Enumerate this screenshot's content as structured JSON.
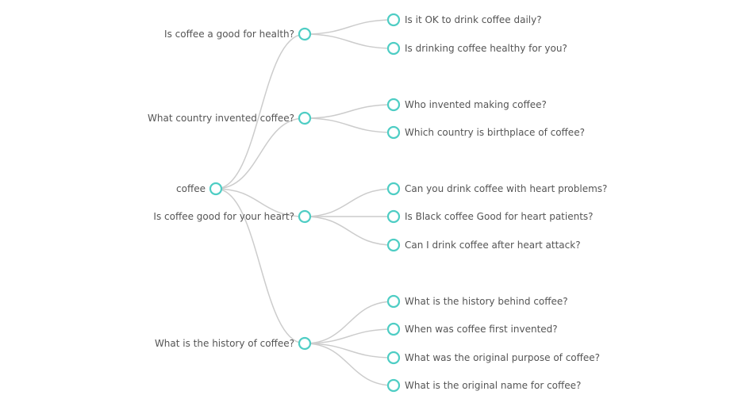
{
  "tree": {
    "root": {
      "label": "coffee",
      "children": [
        {
          "label": "Is coffee a good for health?",
          "children": [
            {
              "label": "Is it OK to drink coffee daily?"
            },
            {
              "label": "Is drinking coffee healthy for you?"
            }
          ]
        },
        {
          "label": "What country invented coffee?",
          "children": [
            {
              "label": "Who invented making coffee?"
            },
            {
              "label": "Which country is birthplace of coffee?"
            }
          ]
        },
        {
          "label": "Is coffee good for your heart?",
          "children": [
            {
              "label": "Can you drink coffee with heart problems?"
            },
            {
              "label": "Is Black coffee Good for heart patients?"
            },
            {
              "label": "Can I drink coffee after heart attack?"
            }
          ]
        },
        {
          "label": "What is the history of coffee?",
          "children": [
            {
              "label": "What is the history behind coffee?"
            },
            {
              "label": "When was coffee first invented?"
            },
            {
              "label": "What was the original purpose of coffee?"
            },
            {
              "label": "What is the original name for coffee?"
            }
          ]
        }
      ]
    }
  },
  "colors": {
    "node_stroke": "#4ecdc4",
    "link": "#cccccc",
    "text": "#555555"
  }
}
